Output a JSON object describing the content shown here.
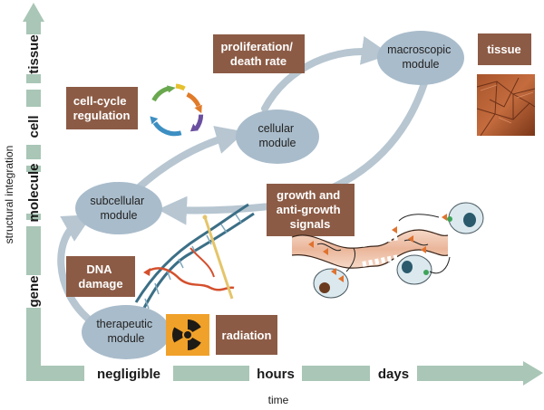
{
  "axes": {
    "y_title": "structural integration",
    "x_title": "time",
    "y_levels": [
      "gene",
      "molecule",
      "cell",
      "tissue"
    ],
    "x_levels": [
      "negligible",
      "hours",
      "days"
    ]
  },
  "modules": {
    "therapeutic": [
      "therapeutic",
      "module"
    ],
    "subcellular": [
      "subcellular",
      "module"
    ],
    "cellular": [
      "cellular",
      "module"
    ],
    "macroscopic": [
      "macroscopic",
      "module"
    ]
  },
  "boxes": {
    "cell_cycle": [
      "cell-cycle",
      "regulation"
    ],
    "proliferation": [
      "proliferation/",
      "death rate"
    ],
    "tissue": [
      "tissue"
    ],
    "growth": [
      "growth and",
      "anti-growth",
      "signals"
    ],
    "dna": [
      "DNA",
      "damage"
    ],
    "radiation": [
      "radiation"
    ]
  },
  "icons": [
    "cell-cycle-icon",
    "dna-helix-icon",
    "radiation-icon",
    "tissue-texture-icon",
    "cell-signaling-icon"
  ],
  "colors": {
    "axis": "#a9c6b6",
    "module": "#a9bccb",
    "box": "#8c5b45",
    "arrow": "#b7c6d1",
    "radiation_bg": "#f0a12a"
  }
}
